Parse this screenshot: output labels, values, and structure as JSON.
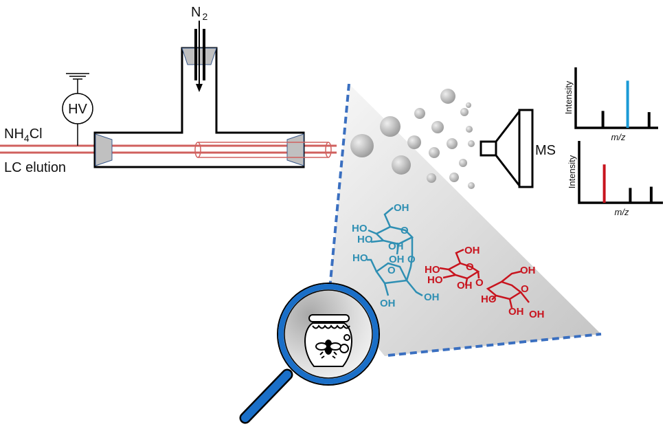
{
  "labels": {
    "n2_main": "N",
    "n2_sub": "2",
    "hv": "HV",
    "nh4cl_a": "NH",
    "nh4cl_sub": "4",
    "nh4cl_b": "Cl",
    "lc_elution": "LC elution",
    "ms": "MS"
  },
  "spectra": [
    {
      "ylabel": "Intensity",
      "xlabel": "m/z",
      "highlight_color": "#1a9ad6",
      "peaks": [
        {
          "pos": 0.33,
          "intensity": 0.28,
          "highlight": false
        },
        {
          "pos": 0.63,
          "intensity": 0.78,
          "highlight": true
        },
        {
          "pos": 0.89,
          "intensity": 0.26,
          "highlight": false
        }
      ]
    },
    {
      "ylabel": "Intensity",
      "xlabel": "m/z",
      "highlight_color": "#c8141e",
      "peaks": [
        {
          "pos": 0.3,
          "intensity": 0.62,
          "highlight": true
        },
        {
          "pos": 0.61,
          "intensity": 0.24,
          "highlight": false
        },
        {
          "pos": 0.86,
          "intensity": 0.26,
          "highlight": false
        }
      ]
    }
  ],
  "sugar_blue": {
    "oh": "OH",
    "ho": "HO",
    "o": "O"
  },
  "sugar_red": {
    "oh": "OH",
    "ho": "HO",
    "o": "O"
  },
  "colors": {
    "capillary": "#d0605e",
    "magnifier": "#1a6fc8",
    "cone_edge": "#3a6fc0",
    "sugar_blue": "#2f8fb3",
    "sugar_red": "#c8141e"
  }
}
